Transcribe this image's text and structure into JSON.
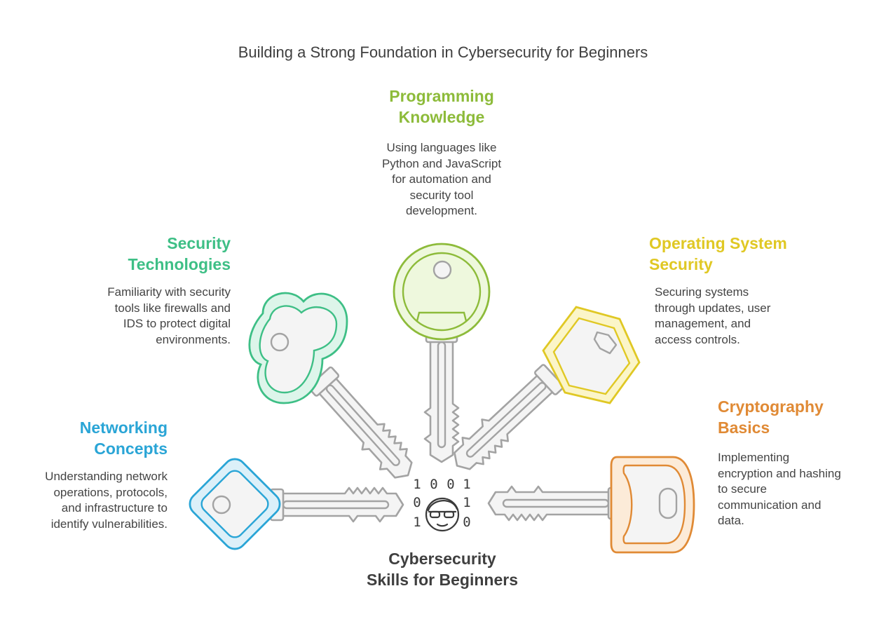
{
  "title": "Building a Strong Foundation in Cybersecurity for Beginners",
  "center": {
    "title_lines": [
      "Cybersecurity",
      "Skills for Beginners"
    ],
    "binary": [
      "1",
      "0",
      "0",
      "1",
      "0",
      "1",
      "1",
      "0"
    ],
    "icon": "hacker-face-icon"
  },
  "items": [
    {
      "key": "programming",
      "heading_lines": [
        "Programming",
        "Knowledge"
      ],
      "description_lines": [
        "Using languages like",
        "Python and JavaScript",
        "for automation and",
        "security tool",
        "development."
      ],
      "color": "#8dbb3a",
      "icon": "round-key-icon"
    },
    {
      "key": "security_tech",
      "heading_lines": [
        "Security",
        "Technologies"
      ],
      "description_lines": [
        "Familiarity with security",
        "tools like firewalls and",
        "IDS to protect digital",
        "environments."
      ],
      "color": "#3ebf86",
      "icon": "cloud-key-icon"
    },
    {
      "key": "os_security",
      "heading_lines": [
        "Operating System",
        "Security"
      ],
      "description_lines": [
        "Securing systems",
        "through updates, user",
        "management, and",
        "access controls."
      ],
      "color": "#e0c824",
      "icon": "hexagon-key-icon"
    },
    {
      "key": "networking",
      "heading_lines": [
        "Networking",
        "Concepts"
      ],
      "description_lines": [
        "Understanding network",
        "operations, protocols,",
        "and infrastructure to",
        "identify vulnerabilities."
      ],
      "color": "#2aa5d6",
      "icon": "diamond-key-icon"
    },
    {
      "key": "cryptography",
      "heading_lines": [
        "Cryptography",
        "Basics"
      ],
      "description_lines": [
        "Implementing",
        "encryption and hashing",
        "to secure",
        "communication and",
        "data."
      ],
      "color": "#e08a35",
      "icon": "rounded-rect-key-icon"
    }
  ],
  "colors": {
    "title_text": "#3f3f3f",
    "body_text": "#444444",
    "key_grey": "#a3a3a3",
    "key_fill": "#f4f4f4"
  }
}
